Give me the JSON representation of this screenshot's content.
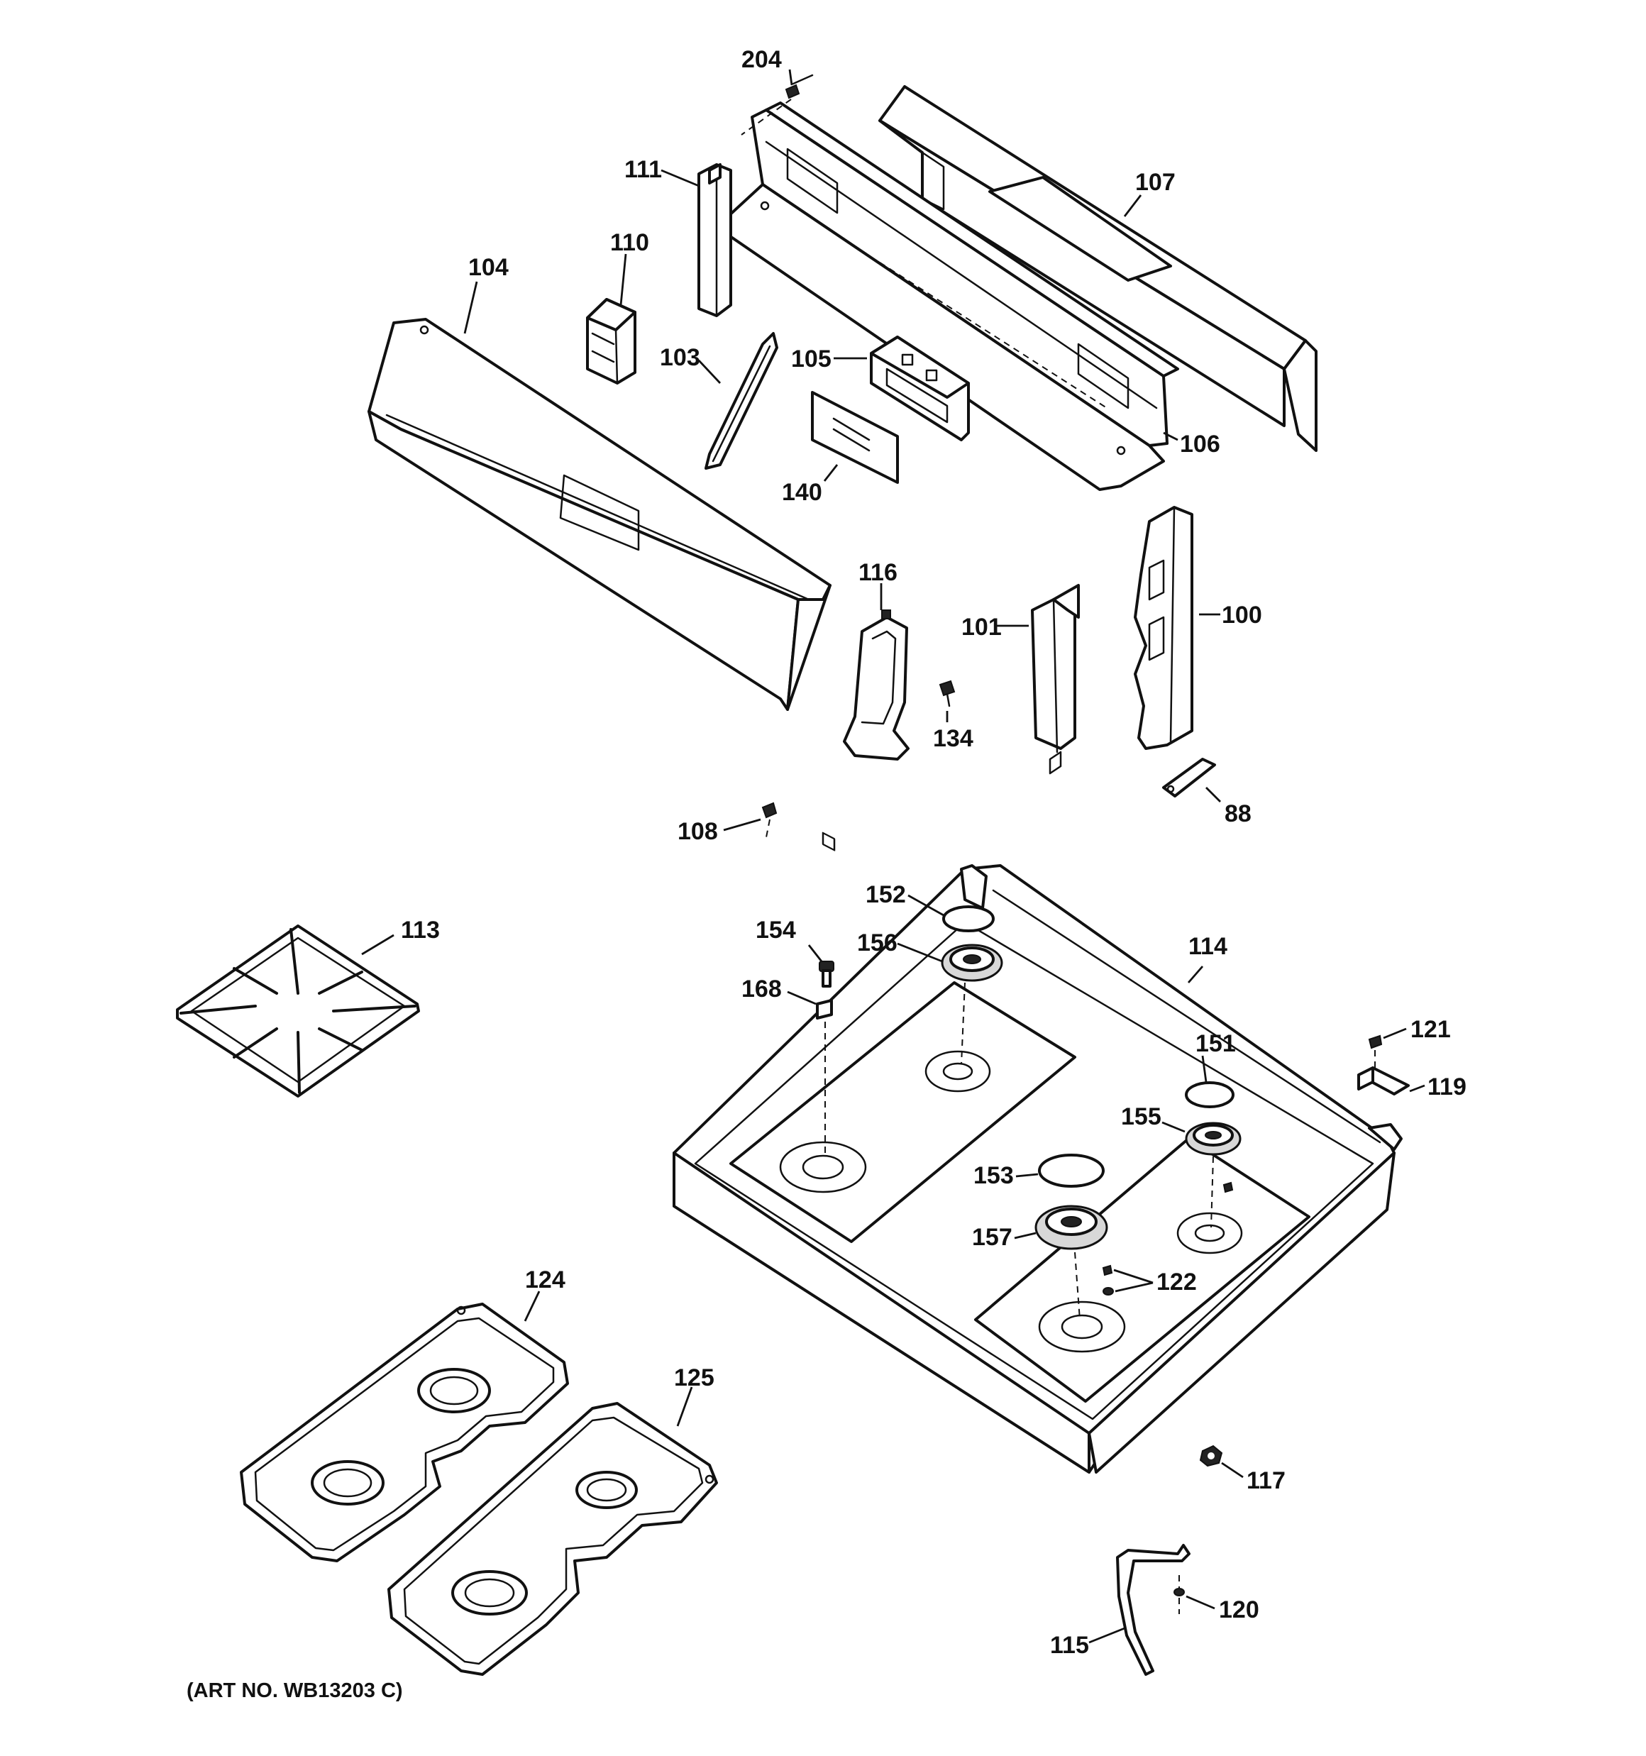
{
  "callouts": {
    "c204": "204",
    "c111": "111",
    "c107": "107",
    "c110": "110",
    "c104": "104",
    "c103": "103",
    "c105": "105",
    "c106": "106",
    "c140": "140",
    "c116": "116",
    "c100": "100",
    "c101": "101",
    "c134": "134",
    "c88": "88",
    "c108": "108",
    "c152": "152",
    "c154": "154",
    "c156": "156",
    "c114": "114",
    "c113": "113",
    "c168": "168",
    "c121": "121",
    "c151": "151",
    "c119": "119",
    "c155": "155",
    "c153": "153",
    "c157": "157",
    "c122": "122",
    "c124": "124",
    "c125": "125",
    "c117": "117",
    "c120": "120",
    "c115": "115"
  },
  "art_number": "(ART NO. WB13203 C)"
}
